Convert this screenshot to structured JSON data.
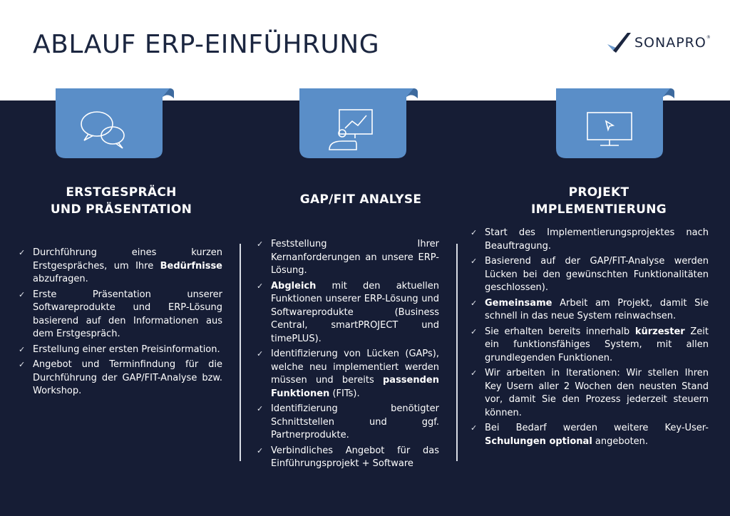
{
  "title": "ABLAUF ERP-EINFÜHRUNG",
  "logo": {
    "text": "SONAPRO",
    "reg": "®"
  },
  "colors": {
    "navy": "#161d35",
    "accent_blue": "#5a8ec8",
    "text_dark": "#1b2640"
  },
  "columns": [
    {
      "icon": "speech-bubbles-icon",
      "title_line1": "ERSTGESPRÄCH",
      "title_line2": "UND PRÄSENTATION",
      "items": [
        {
          "a": "Durchführung eines kurzen Erstgespräches, um Ihre ",
          "b": "Bedürfnisse",
          "c": " abzufragen."
        },
        {
          "a": "Erste Präsentation unserer Softwareprodukte und ERP-Lösung basierend auf den Informationen aus dem Erstgespräch."
        },
        {
          "a": "Erstellung einer ersten Preisinformation."
        },
        {
          "a": "Angebot und Terminfindung für die Durchführung der GAP/FIT-Analyse bzw. Workshop."
        }
      ]
    },
    {
      "icon": "presentation-board-icon",
      "title_line1": "GAP/FIT ANALYSE",
      "title_line2": "",
      "items": [
        {
          "a": "Feststellung Ihrer Kernanforderungen an unsere ERP-Lösung."
        },
        {
          "b0": "Abgleich",
          "a": " mit den aktuellen Funktionen unserer ERP-Lösung und Softwareprodukte (Business Central, smartPROJECT und timePLUS)."
        },
        {
          "a": "Identifizierung von Lücken (GAPs), welche neu implementiert werden müssen und bereits ",
          "b": "passenden Funktionen",
          "c": " (FITs)."
        },
        {
          "a": "Identifizierung benötigter Schnittstellen und ggf. Partnerprodukte."
        },
        {
          "a": "Verbindliches Angebot für das Einführungsprojekt + Software"
        }
      ]
    },
    {
      "icon": "monitor-cursor-icon",
      "title_line1": "PROJEKT",
      "title_line2": "IMPLEMENTIERUNG",
      "items": [
        {
          "a": "Start des Implementierungsprojektes nach Beauftragung."
        },
        {
          "a": "Basierend auf der GAP/FIT-Analyse werden Lücken bei den gewünschten Funktionalitäten geschlossen)."
        },
        {
          "b0": "Gemeinsame",
          "a": " Arbeit am Projekt, damit Sie schnell in das neue System reinwachsen."
        },
        {
          "a": "Sie erhalten bereits innerhalb ",
          "b": "kürzester",
          "c": " Zeit ein funktionsfähiges System, mit allen grundlegenden Funktionen."
        },
        {
          "a": "Wir arbeiten in Iterationen: Wir stellen Ihren Key Usern aller 2 Wochen den neusten Stand vor, damit Sie den Prozess jederzeit steuern können."
        },
        {
          "a": "Bei Bedarf werden weitere Key-User-",
          "b": "Schulungen optional",
          "c": " angeboten."
        }
      ]
    }
  ]
}
